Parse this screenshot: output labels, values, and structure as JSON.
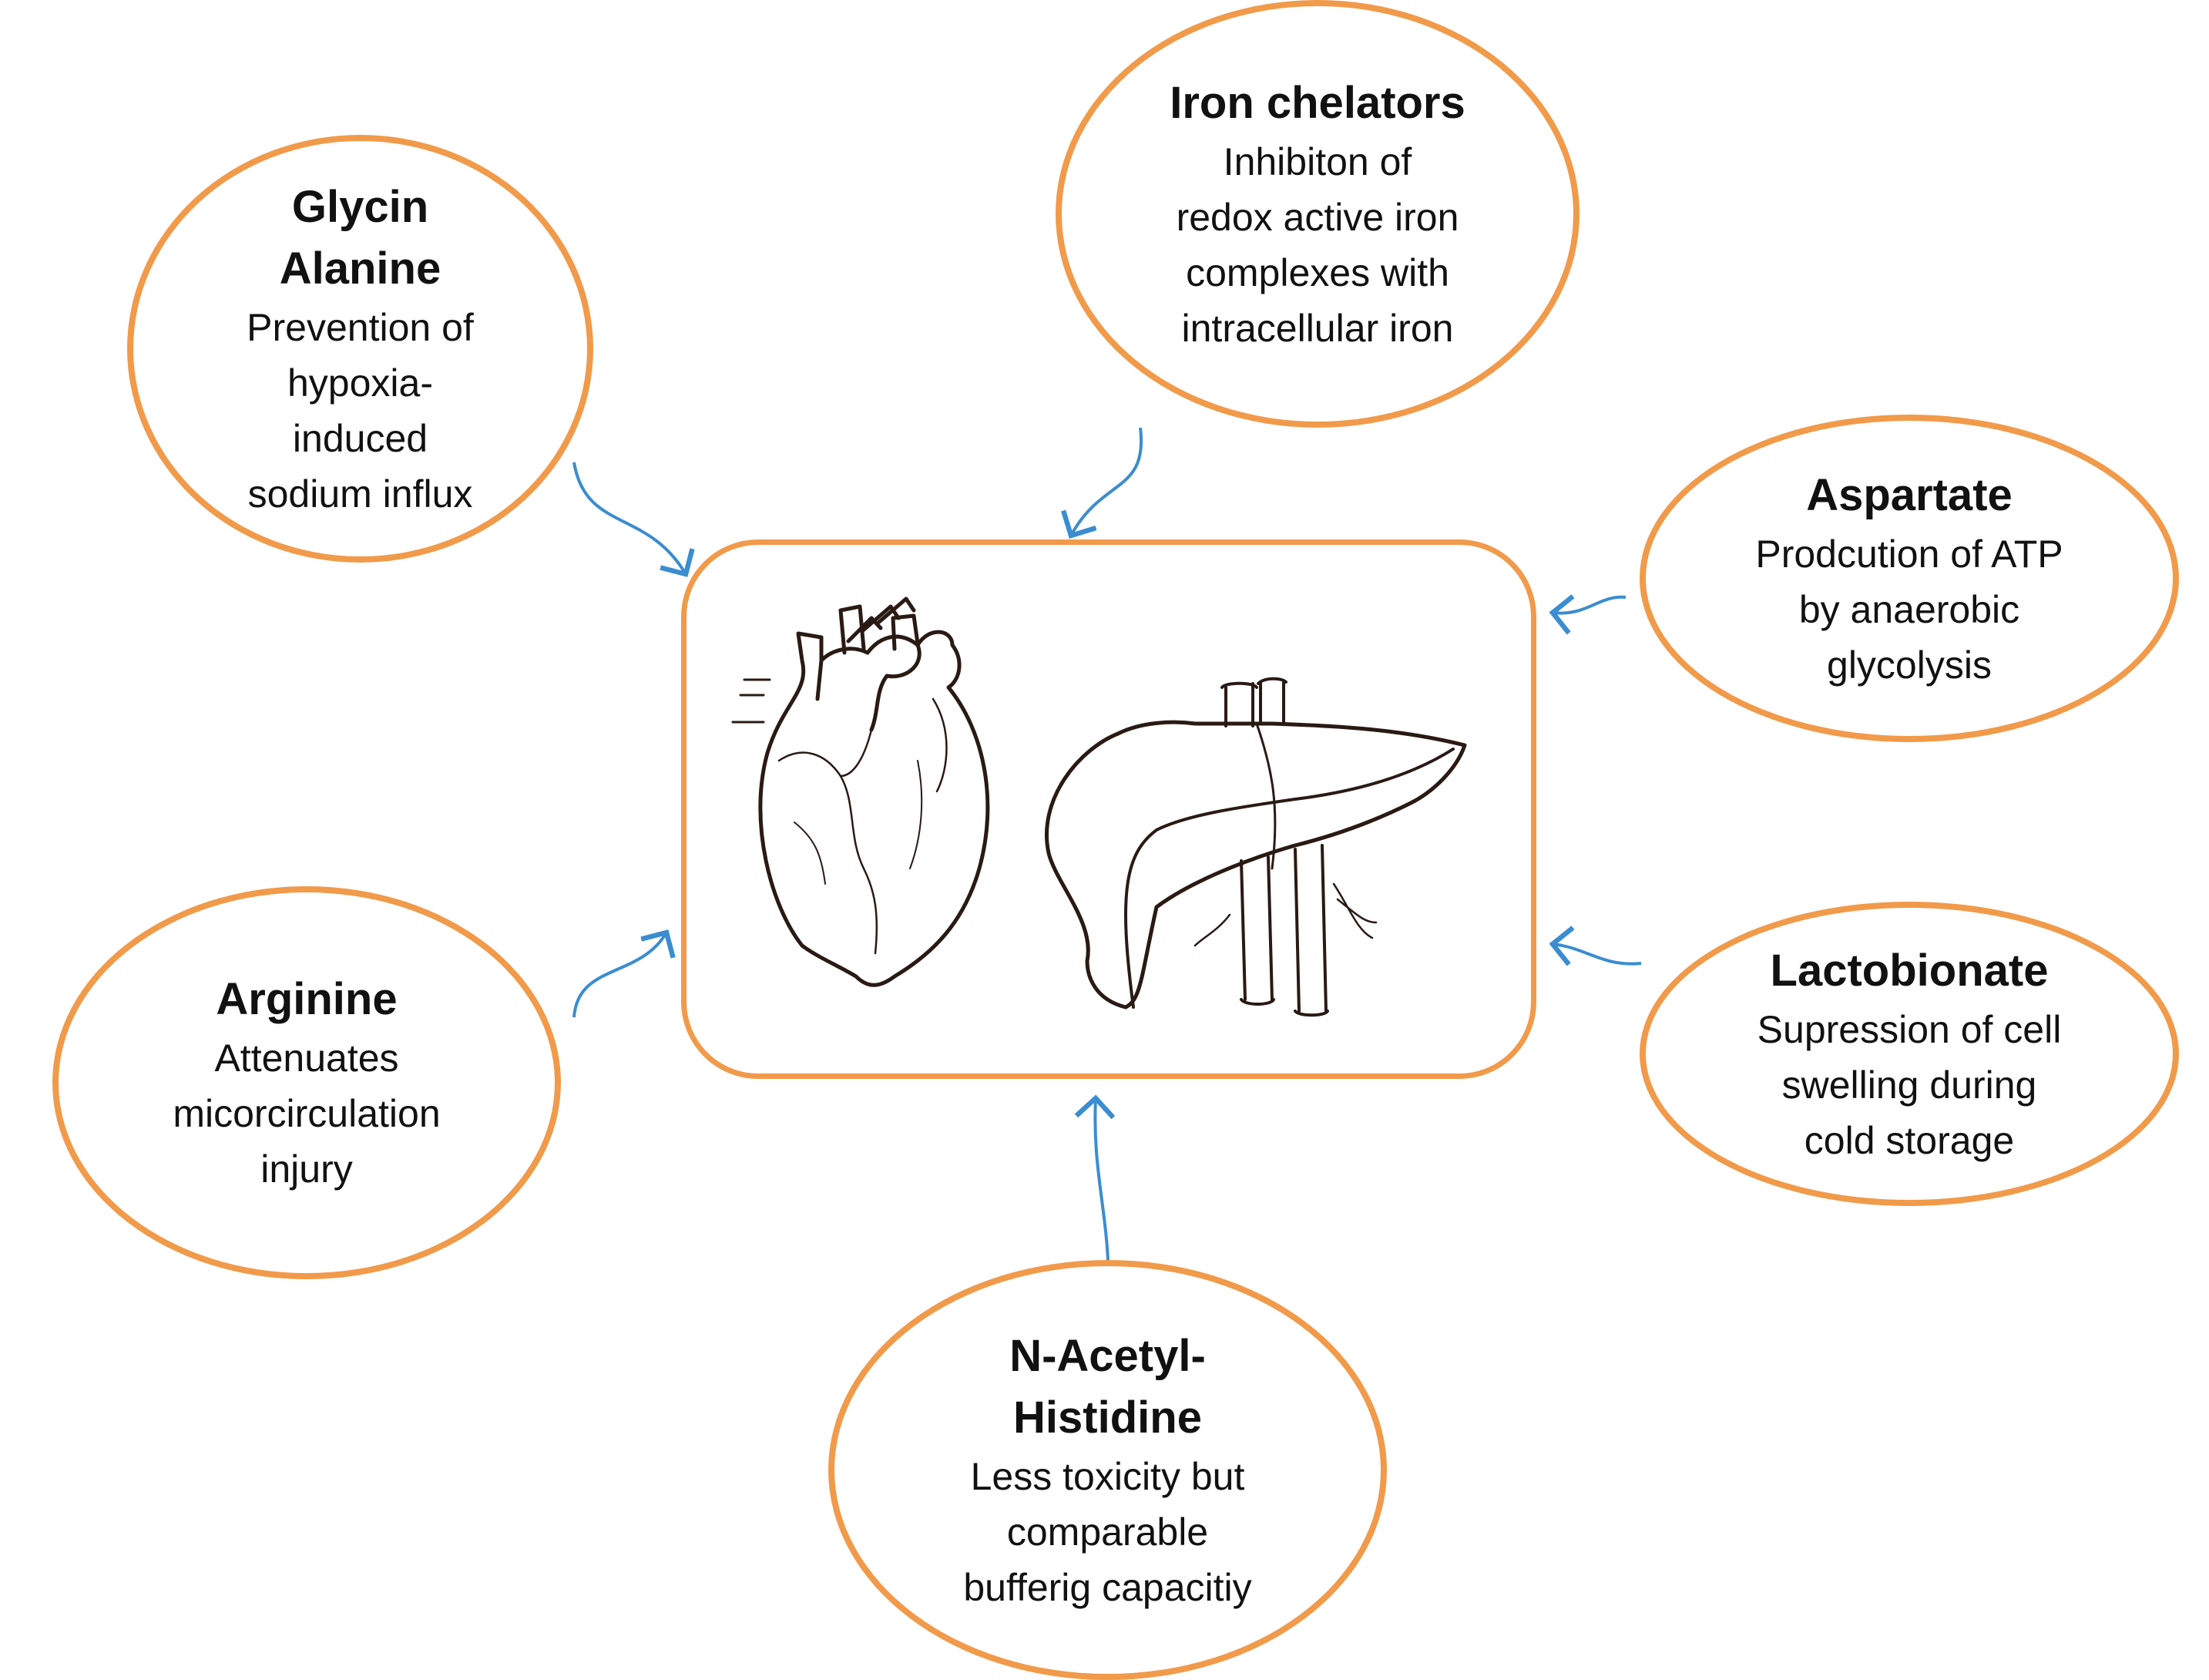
{
  "nodes": {
    "glycin": {
      "title": "Glycin\nAlanine",
      "desc": "Prevention of\nhypoxia-\ninduced\nsodium influx"
    },
    "iron": {
      "title": "Iron chelators",
      "desc": "Inhibiton of\nredox active iron\ncomplexes with\nintracellular iron"
    },
    "aspartate": {
      "title": "Aspartate",
      "desc": "Prodcution of ATP\nby anaerobic\nglycolysis"
    },
    "arginine": {
      "title": "Arginine",
      "desc": "Attenuates\nmicorcirculation\ninjury"
    },
    "lactobionate": {
      "title": "Lactobionate",
      "desc": "Supression of cell\nswelling during\ncold storage"
    },
    "nacetyl": {
      "title": "N-Acetyl-\nHistidine",
      "desc": "Less toxicity but\ncomparable\nbufferig capacitiy"
    }
  },
  "colors": {
    "node_border": "#F19A4A",
    "arrow": "#3A8DD0",
    "organ_outline": "#2a1a14"
  },
  "icons": {
    "heart": "heart-icon",
    "liver": "liver-icon"
  }
}
